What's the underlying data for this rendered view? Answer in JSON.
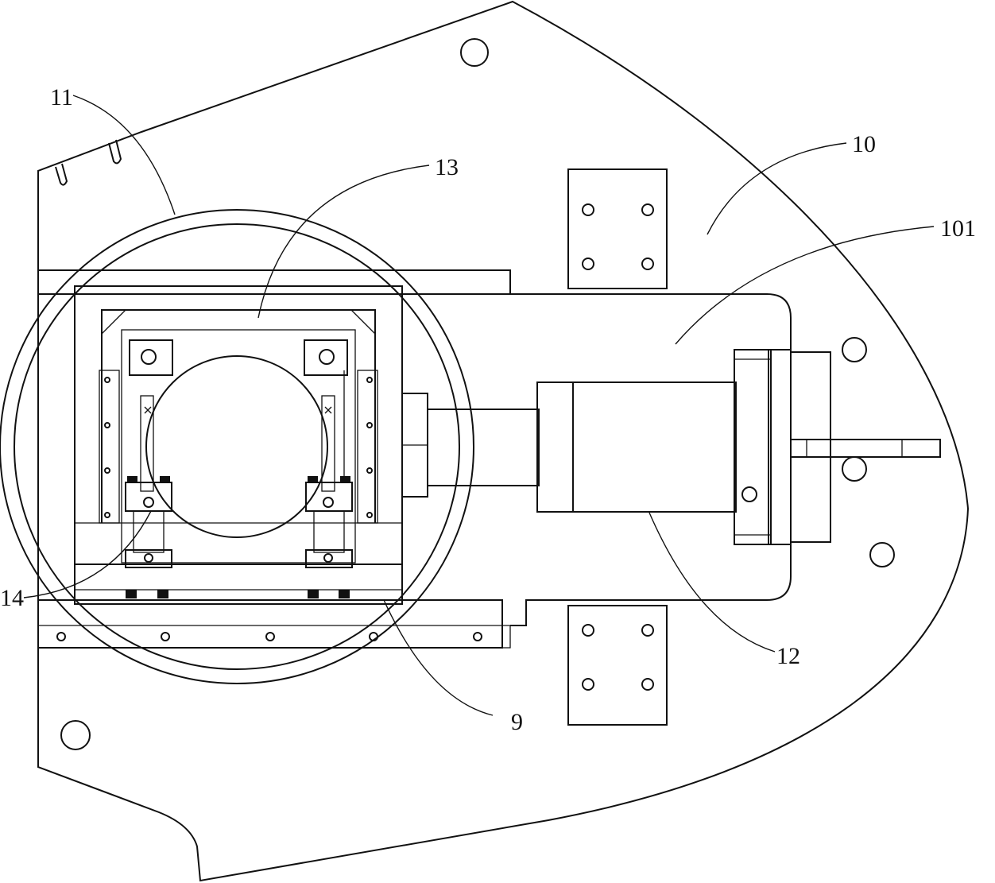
{
  "labels": {
    "l9": "9",
    "l10": "10",
    "l11": "11",
    "l12": "12",
    "l13": "13",
    "l14": "14",
    "l101": "101"
  }
}
